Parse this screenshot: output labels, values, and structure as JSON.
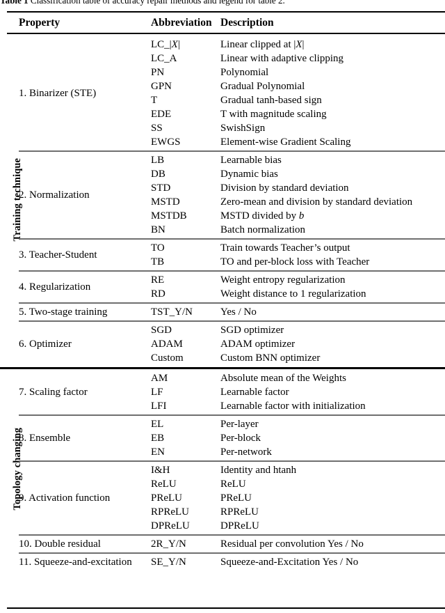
{
  "caption": {
    "label": "Table 1",
    "text": "Classification table of accuracy repair methods and legend for table 2."
  },
  "header": {
    "property": "Property",
    "abbreviation": "Abbreviation",
    "description": "Description"
  },
  "group_labels": {
    "training": "Training technique",
    "topology": "Topology changing"
  },
  "sections": [
    {
      "property": "1. Binarizer (STE)",
      "rows": [
        {
          "abbr": "LC_|X|",
          "abbr_html": "LC_|<i>X</i>|",
          "desc": "Linear clipped at |X|",
          "desc_html": "Linear clipped at |<i>X</i>|"
        },
        {
          "abbr": "LC_A",
          "desc": "Linear with adaptive clipping"
        },
        {
          "abbr": "PN",
          "desc": "Polynomial"
        },
        {
          "abbr": "GPN",
          "desc": "Gradual Polynomial"
        },
        {
          "abbr": "T",
          "desc": "Gradual tanh-based sign"
        },
        {
          "abbr": "EDE",
          "desc": "T with magnitude scaling"
        },
        {
          "abbr": "SS",
          "desc": "SwishSign"
        },
        {
          "abbr": "EWGS",
          "desc": "Element-wise Gradient Scaling"
        }
      ]
    },
    {
      "property": "2. Normalization",
      "rows": [
        {
          "abbr": "LB",
          "desc": "Learnable bias"
        },
        {
          "abbr": "DB",
          "desc": "Dynamic bias"
        },
        {
          "abbr": "STD",
          "desc": "Division by standard deviation"
        },
        {
          "abbr": "MSTD",
          "desc": "Zero-mean and division by standard deviation"
        },
        {
          "abbr": "MSTDB",
          "desc": "MSTD divided by b",
          "desc_html": "MSTD divided by <i>b</i>"
        },
        {
          "abbr": "BN",
          "desc": "Batch normalization"
        }
      ]
    },
    {
      "property": "3. Teacher-Student",
      "rows": [
        {
          "abbr": "TO",
          "desc": "Train towards Teacher’s output"
        },
        {
          "abbr": "TB",
          "desc": "TO and per-block loss with Teacher"
        }
      ]
    },
    {
      "property": "4. Regularization",
      "rows": [
        {
          "abbr": "RE",
          "desc": "Weight entropy regularization"
        },
        {
          "abbr": "RD",
          "desc": "Weight distance to 1 regularization"
        }
      ]
    },
    {
      "property": "5. Two-stage training",
      "rows": [
        {
          "abbr": "TST_Y/N",
          "desc": "Yes / No"
        }
      ]
    },
    {
      "property": "6. Optimizer",
      "rows": [
        {
          "abbr": "SGD",
          "desc": "SGD optimizer"
        },
        {
          "abbr": "ADAM",
          "desc": "ADAM optimizer"
        },
        {
          "abbr": "Custom",
          "desc": "Custom BNN optimizer"
        }
      ]
    },
    {
      "property": "7. Scaling factor",
      "rows": [
        {
          "abbr": "AM",
          "desc": "Absolute mean of the Weights"
        },
        {
          "abbr": "LF",
          "desc": "Learnable factor"
        },
        {
          "abbr": "LFI",
          "desc": "Learnable factor with initialization"
        }
      ]
    },
    {
      "property": "8. Ensemble",
      "rows": [
        {
          "abbr": "EL",
          "desc": "Per-layer"
        },
        {
          "abbr": "EB",
          "desc": "Per-block"
        },
        {
          "abbr": "EN",
          "desc": "Per-network"
        }
      ]
    },
    {
      "property": "9. Activation function",
      "rows": [
        {
          "abbr": "I&H",
          "desc": "Identity and htanh"
        },
        {
          "abbr": "ReLU",
          "desc": "ReLU"
        },
        {
          "abbr": "PReLU",
          "desc": "PReLU"
        },
        {
          "abbr": "RPReLU",
          "desc": "RPReLU"
        },
        {
          "abbr": "DPReLU",
          "desc": "DPReLU"
        }
      ]
    },
    {
      "property": "10. Double residual",
      "rows": [
        {
          "abbr": "2R_Y/N",
          "desc": "Residual per convolution Yes / No"
        }
      ]
    },
    {
      "property": "11. Squeeze-and-excitation",
      "rows": [
        {
          "abbr": "SE_Y/N",
          "desc": "Squeeze-and-Excitation Yes / No"
        }
      ]
    }
  ],
  "colors": {
    "text": "#000000",
    "rule_major": "#000000",
    "rule_minor": "#6f6f6f",
    "background": "#ffffff"
  }
}
